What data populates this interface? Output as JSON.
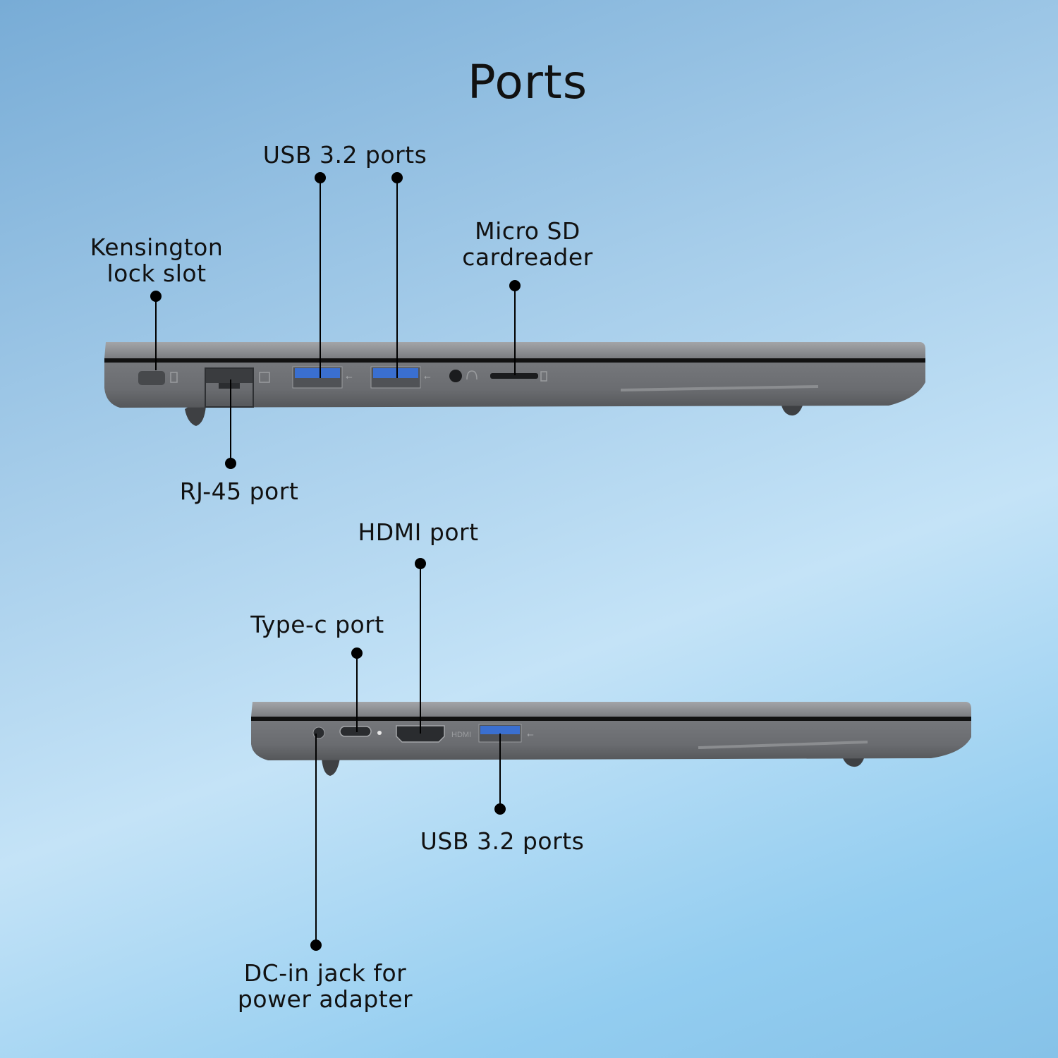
{
  "title": "Ports",
  "top_view": {
    "labels": {
      "usb": "USB 3.2 ports",
      "kensington": [
        "Kensington",
        "lock slot"
      ],
      "microsd": [
        "Micro SD",
        "cardreader"
      ],
      "rj45": "RJ-45 port"
    }
  },
  "bottom_view": {
    "labels": {
      "hdmi": "HDMI port",
      "typec": "Type-c port",
      "usb": "USB 3.2 ports",
      "dcin": [
        "DC-in jack for",
        "power adapter"
      ]
    },
    "engraving_hdmi": "HDMI"
  },
  "colors": {
    "usb_blue": "#3a6fd0",
    "lid": "#8d8f93",
    "base": "#6c6e72"
  }
}
